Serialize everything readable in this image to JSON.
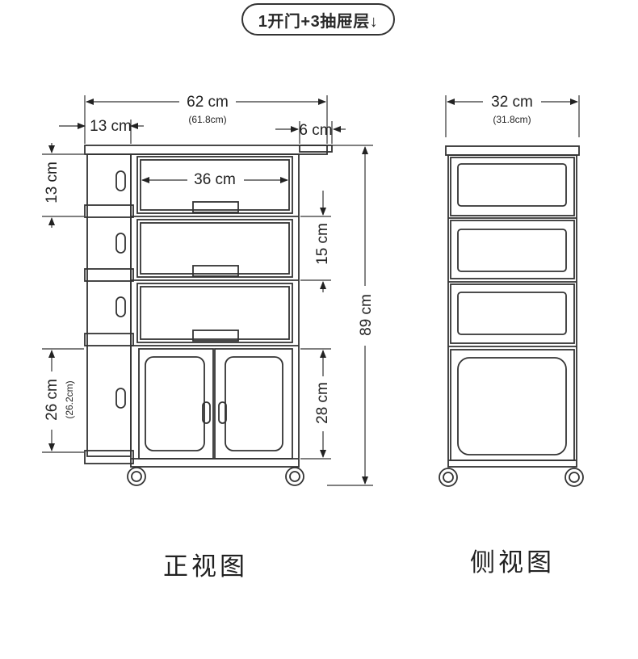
{
  "header": {
    "title": "1开门+3抽屉层↓"
  },
  "front_view": {
    "label": "正视图",
    "total_width": "62 cm",
    "total_width_exact": "(61.8cm)",
    "side_width": "13 cm",
    "overhang": "6 cm",
    "drawer_width": "36 cm",
    "side_drawer_height": "13 cm",
    "drawer_height": "15 cm",
    "total_height": "89 cm",
    "bottom_side_height": "26 cm",
    "bottom_side_height_exact": "(26.2cm)",
    "door_height": "28 cm"
  },
  "side_view": {
    "label": "侧视图",
    "depth": "32 cm",
    "depth_exact": "(31.8cm)"
  }
}
